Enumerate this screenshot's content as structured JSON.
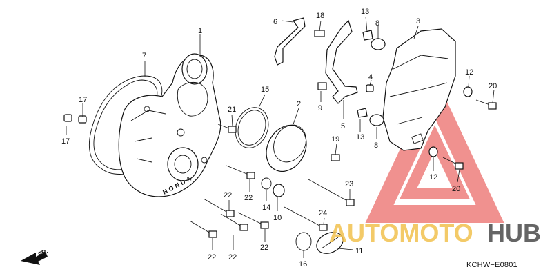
{
  "diagram": {
    "code": "KCHW−E0801",
    "front_marker": "FR.",
    "case_logo": "HONDA",
    "callouts": [
      "1",
      "2",
      "3",
      "4",
      "5",
      "6",
      "7",
      "8",
      "8",
      "9",
      "10",
      "11",
      "12",
      "12",
      "13",
      "13",
      "14",
      "15",
      "16",
      "17",
      "17",
      "18",
      "19",
      "20",
      "20",
      "21",
      "22",
      "22",
      "22",
      "22",
      "22",
      "23",
      "24"
    ]
  },
  "watermark": {
    "brand_left": "AUTOMOTO",
    "brand_right": "HUB",
    "color_left": "#f2c14e",
    "color_right": "#555555",
    "triangle_color": "#e53935"
  }
}
